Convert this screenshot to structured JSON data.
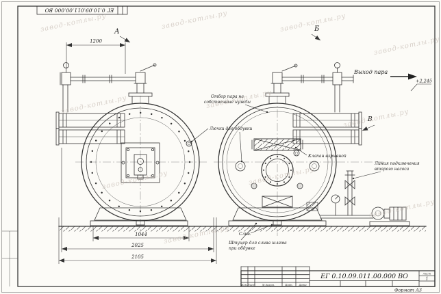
{
  "sheet": {
    "stamp": "ЕГ 0.10.09.011.00.000 ВО",
    "format": "Формат А3"
  },
  "title": {
    "designation": "ЕГ 0.10.09.011.00.000 ВО",
    "cols": [
      "Изм.",
      "Лист",
      "№ докум.",
      "Подп.",
      "Дата"
    ],
    "sheet_label": "Лист",
    "sheet_no": "1"
  },
  "labels": {
    "view_a": "А",
    "view_b": "Б",
    "view_v": "В"
  },
  "dims": {
    "d1200": "1200",
    "d1044": "1044",
    "d2025": "2025",
    "d2105": "2105",
    "level": "+2,245"
  },
  "ann": {
    "steam_out": "Выход пара",
    "own1": "Отбор пара на",
    "own2": "собственные нужды",
    "hatches": "Лючки для обдувки",
    "expl": "Клапан взрывной",
    "pump1": "Линия подключения",
    "pump2": "второго насоса",
    "drain": "Слив.",
    "sludge1": "Штуцер для слива шлама",
    "sludge2": "при обдувке"
  },
  "wm": {
    "text": "завод-котлы.ру"
  },
  "colors": {
    "line": "#333333",
    "paper": "#fcfbf7",
    "watermark": "#c4b8b0"
  }
}
